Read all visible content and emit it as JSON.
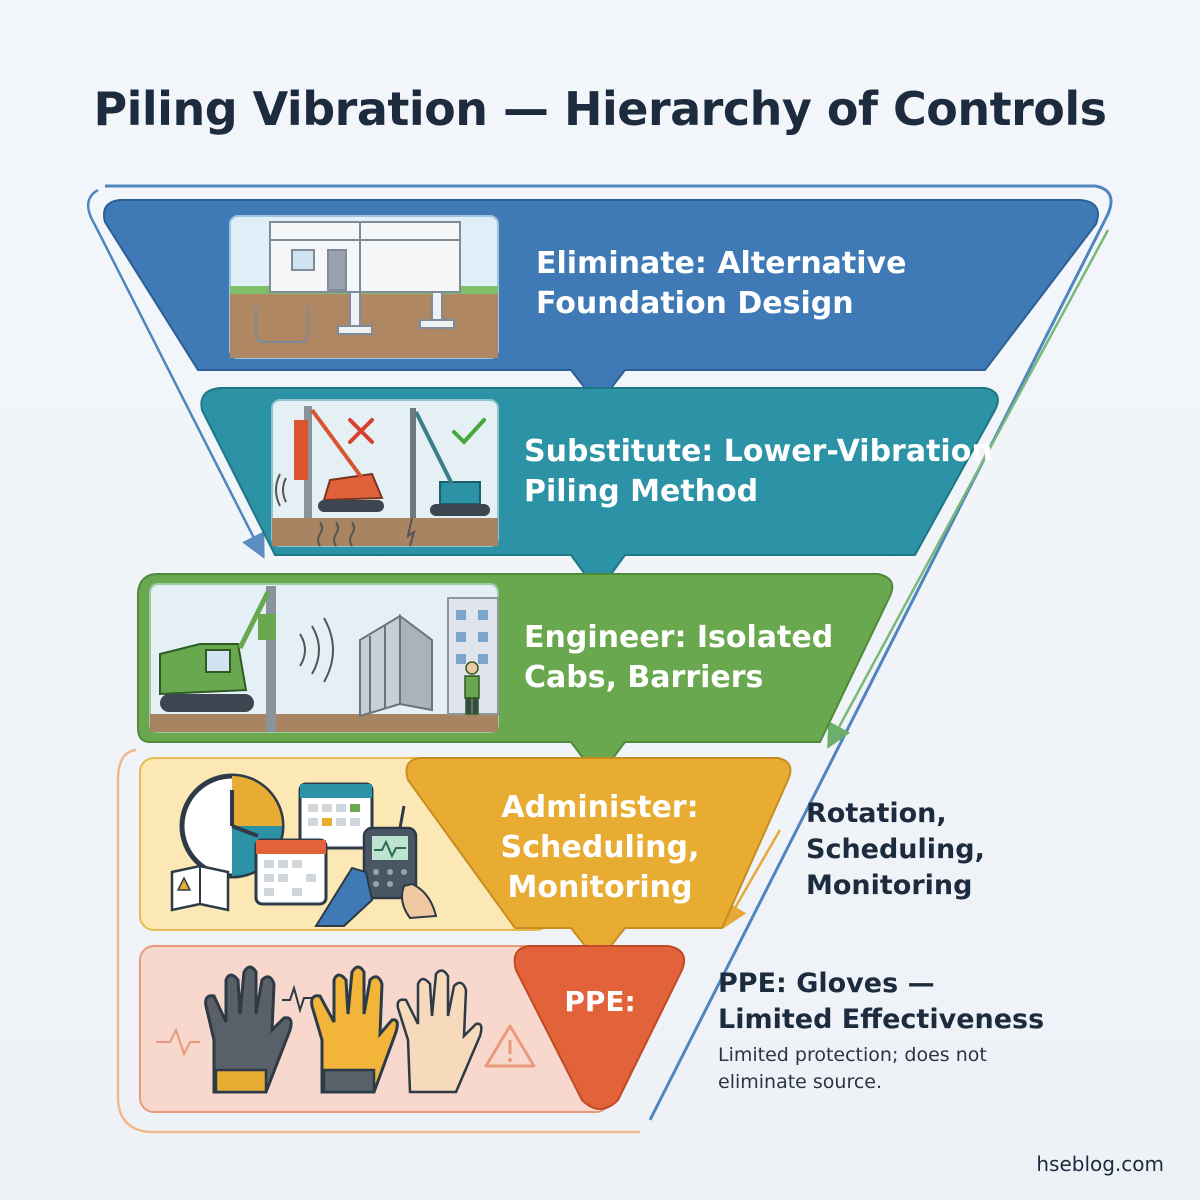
{
  "title": "Piling Vibration — Hierarchy of Controls",
  "levels": [
    {
      "line1": "Eliminate: Alternative",
      "line2": "Foundation Design",
      "color": "#3f7ab6"
    },
    {
      "line1": "Substitute: Lower-Vibration",
      "line2": "Piling Method",
      "color": "#2b93a5"
    },
    {
      "line1": "Engineer: Isolated",
      "line2": "Cabs, Barriers",
      "color": "#6aa84f"
    },
    {
      "line1": "Administer:",
      "line2": "Scheduling,",
      "line3": "Monitoring",
      "color": "#e8ac32"
    },
    {
      "line1": "PPE:",
      "color": "#e2623a"
    }
  ],
  "administer_side": {
    "line1": "Rotation,",
    "line2": "Scheduling,",
    "line3": "Monitoring"
  },
  "ppe_side": {
    "line1": "PPE: Gloves —",
    "line2": "Limited Effectiveness",
    "note": "Limited protection; does not eliminate source."
  },
  "footer": "hseblog.com",
  "icons": [
    "building-foundation-icon",
    "piling-rig-icon",
    "cross-icon",
    "check-icon",
    "barrier-icon",
    "clock-icon",
    "calendar-icon",
    "vibration-meter-icon",
    "manual-icon",
    "glove-icon",
    "hand-icon",
    "warning-icon"
  ]
}
